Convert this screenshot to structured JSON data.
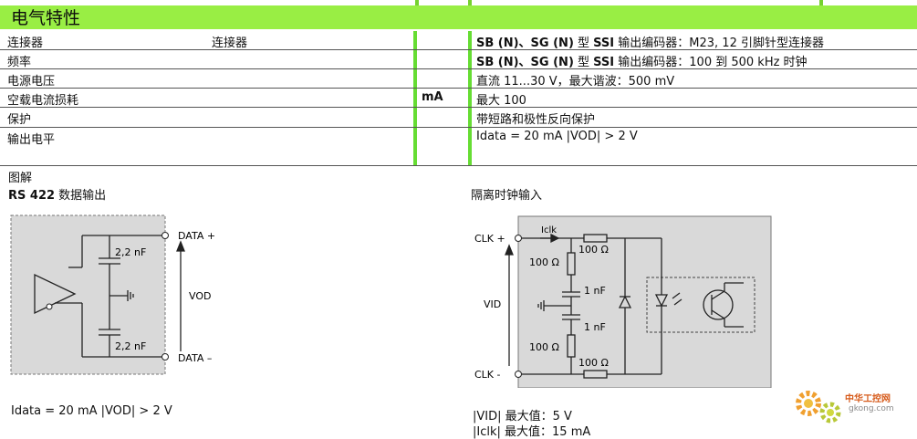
{
  "section_title": "电气特性",
  "rows": [
    {
      "name": "连接器",
      "name2": "连接器",
      "unit": "",
      "value_bold": "SB (N)、SG (N)",
      "value_mid": " 型 ",
      "value_bold2": "SSI",
      "value_rest": " 输出编码器：M23, 12 引脚针型连接器"
    },
    {
      "name": "频率",
      "name2": "",
      "unit": "",
      "value_bold": "SB (N)、SG (N)",
      "value_mid": " 型 ",
      "value_bold2": "SSI",
      "value_rest": " 输出编码器：100 到 500 kHz 时钟"
    },
    {
      "name": "电源电压",
      "name2": "",
      "unit": "",
      "value_bold": "",
      "value_mid": "",
      "value_bold2": "",
      "value_rest": "直流 11...30 V，最大谐波：500 mV"
    },
    {
      "name": "空载电流损耗",
      "name2": "",
      "unit": "mA",
      "value_bold": "",
      "value_mid": "",
      "value_bold2": "",
      "value_rest": "最大 100"
    },
    {
      "name": "保护",
      "name2": "",
      "unit": "",
      "value_bold": "",
      "value_mid": "",
      "value_bold2": "",
      "value_rest": "带短路和极性反向保护"
    },
    {
      "name": "输出电平",
      "name2": "",
      "unit": "",
      "value_bold": "",
      "value_mid": "",
      "value_bold2": "",
      "value_rest": "Idata = 20 mA |VOD| > 2 V"
    }
  ],
  "diagrams_heading": "图解",
  "left_diagram": {
    "title_bold": "RS 422",
    "title_rest": " 数据输出",
    "cap_top": "2,2 nF",
    "cap_bottom": "2,2 nF",
    "data_plus": "DATA +",
    "data_minus": "DATA –",
    "vod": "VOD",
    "caption": "Idata = 20 mA |VOD| > 2 V"
  },
  "right_diagram": {
    "title": "隔离时钟输入",
    "clk_plus": "CLK +",
    "clk_minus": "CLK -",
    "iclk": "Iclk",
    "vid": "VID",
    "r_top_h": "100 Ω",
    "r_top_v": "100 Ω",
    "cap1": "1 nF",
    "cap2": "1 nF",
    "r_bot_v": "100 Ω",
    "r_bot_h": "100 Ω",
    "caption1": "|VID| 最大值：5 V",
    "caption2": "|Iclk| 最大值：15 mA"
  },
  "watermark": {
    "text": "中华工控网",
    "url": "gkong.com"
  }
}
